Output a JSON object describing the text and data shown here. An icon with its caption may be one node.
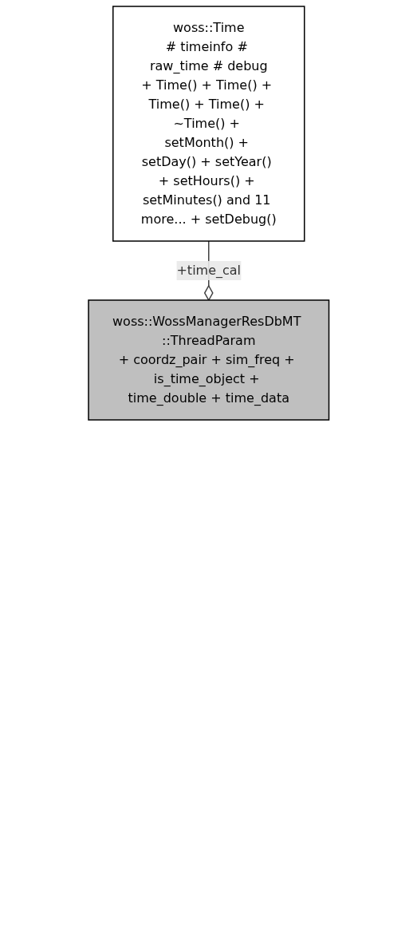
{
  "diagram": {
    "nodes": [
      {
        "text": [
          "woss::Time",
          "# timeinfo # raw_time # debug",
          "+ Time() + Time() + Time() + Time() + ~Time() + setMonth() + setDay() + setYear() + setHours() + setMinutes() and 11 more... + setDebug()"
        ]
      },
      {
        "text": [
          "woss::WossManagerResDbMT ::ThreadParam",
          "+ coordz_pair + sim_freq + is_time_object + time_double + time_data"
        ]
      }
    ],
    "edges": [
      {
        "from": 0,
        "to": 1,
        "arrow": "other",
        "label": "+time_cal"
      }
    ]
  }
}
